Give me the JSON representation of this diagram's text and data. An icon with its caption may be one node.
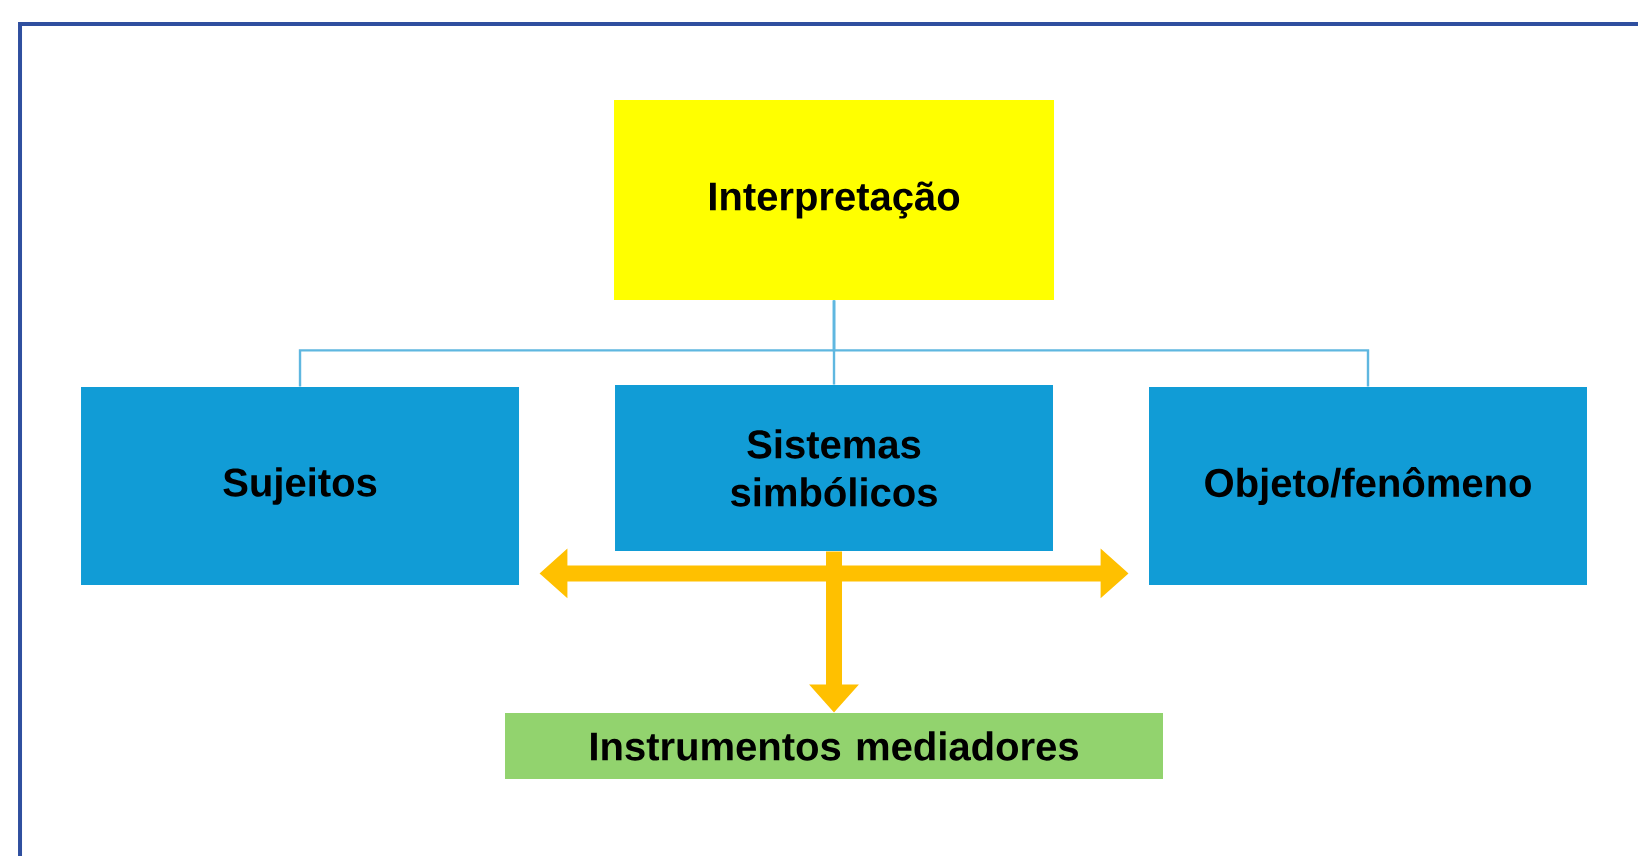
{
  "diagram": {
    "nodes": [
      {
        "text": [
          "Interpretação"
        ]
      },
      {
        "text": [
          "Sujeitos"
        ]
      },
      {
        "text": [
          "Sistemas simbólicos"
        ]
      },
      {
        "text": [
          "Objeto/fenômeno"
        ]
      },
      {
        "text": [
          "Instrumentos mediadores"
        ]
      }
    ],
    "edges": [
      {
        "from": 0,
        "to": 1,
        "arrow": "none"
      },
      {
        "from": 0,
        "to": 2,
        "arrow": "none"
      },
      {
        "from": 0,
        "to": 3,
        "arrow": "none"
      },
      {
        "from": 1,
        "to": 3,
        "arrow": "both",
        "style": "thick",
        "color": "#ffc000"
      },
      {
        "from": 2,
        "to": 4,
        "arrow": "to",
        "style": "thick",
        "color": "#ffc000"
      }
    ]
  }
}
